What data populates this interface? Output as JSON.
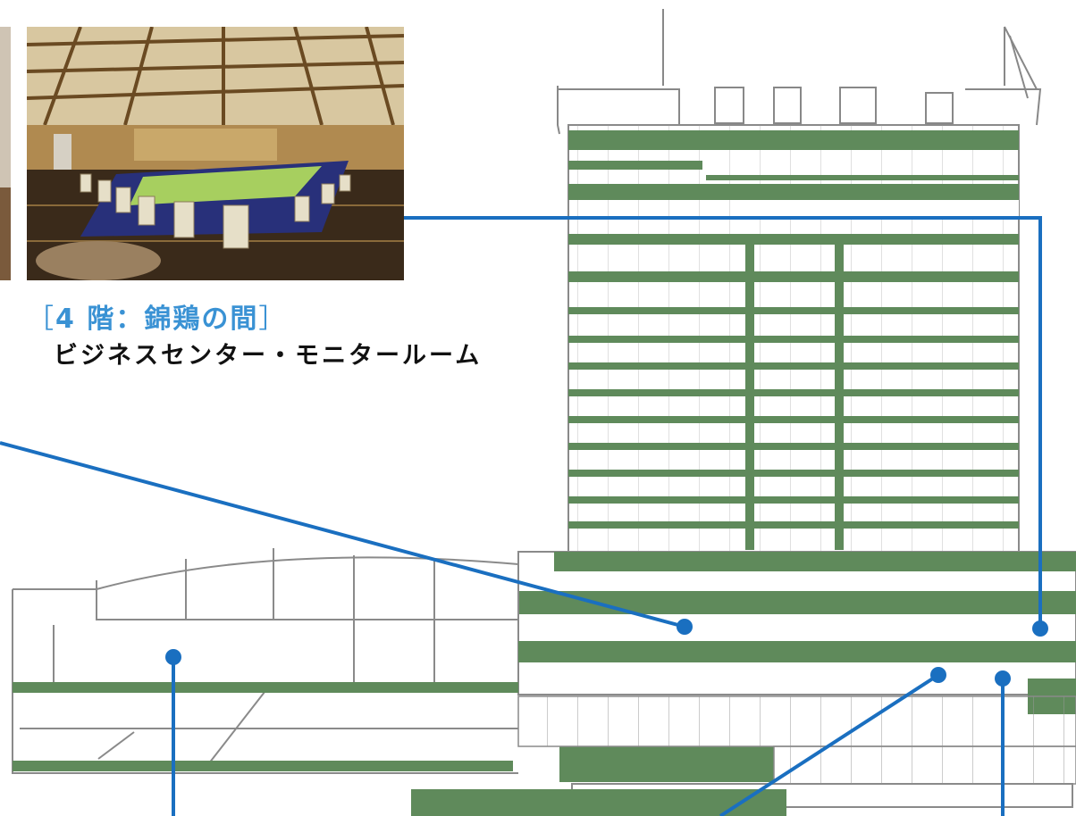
{
  "caption": {
    "title_open": "［",
    "title": "4 階：錦鶏の間",
    "title_close": "］",
    "subtitle": "ビジネスセンター・モニタールーム"
  },
  "photos": {
    "main": "banquet-hall-photo",
    "left_partial": "partial-photo"
  },
  "colors": {
    "accent": "#3a92d4",
    "leader_line": "#1a6fc0",
    "floor_band": "#5f8a5b",
    "outline": "#8a8a8a",
    "table_cloth": "#28307a",
    "table_top": "#a7cf5f"
  }
}
